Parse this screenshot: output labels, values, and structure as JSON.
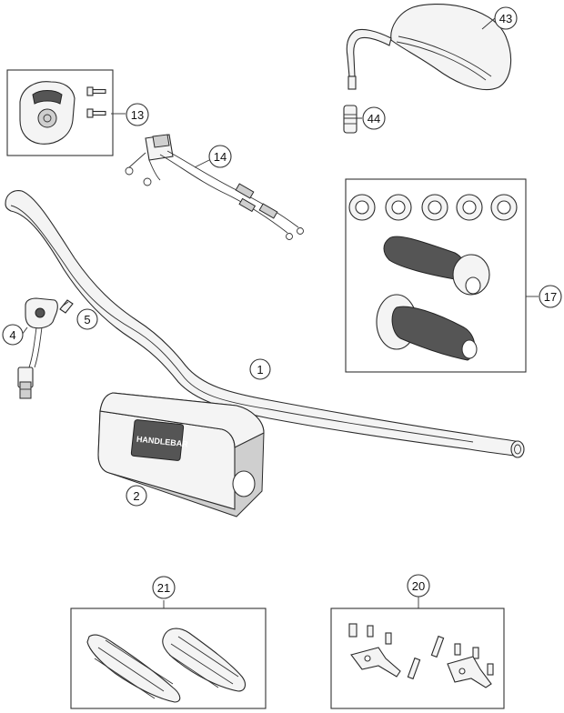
{
  "callouts": {
    "c1": "1",
    "c2": "2",
    "c4": "4",
    "c5": "5",
    "c13": "13",
    "c14": "14",
    "c17": "17",
    "c20": "20",
    "c21": "21",
    "c43": "43",
    "c44": "44"
  },
  "pad_brand": "HANDLEBAR"
}
